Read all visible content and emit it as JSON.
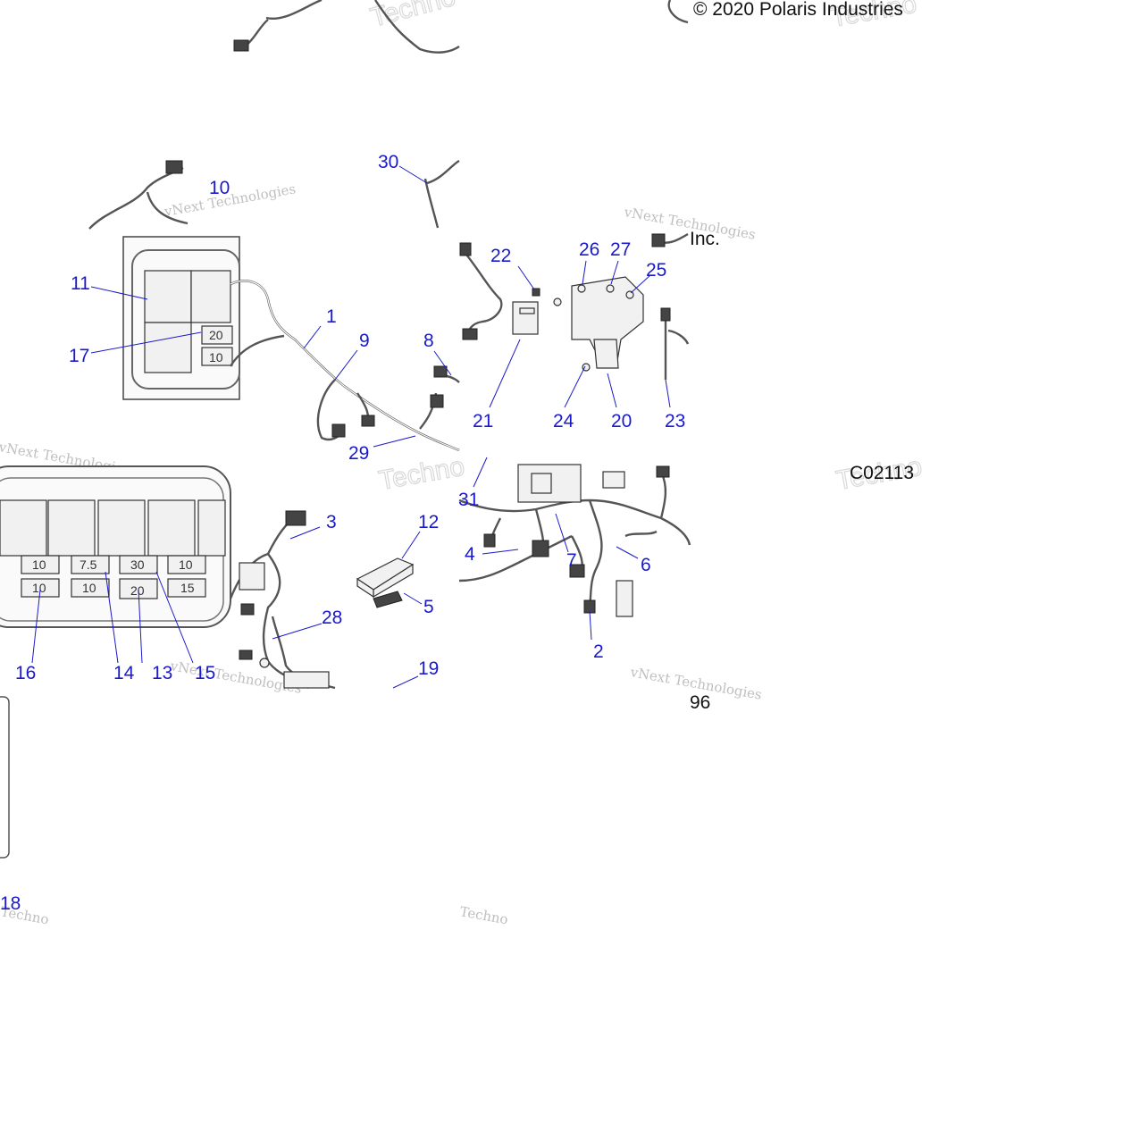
{
  "copyright": "© 2020 Polaris Industries",
  "drawing_code": "C02113",
  "fragment_text": {
    "inc": "Inc.",
    "page_no": "96"
  },
  "watermark": {
    "company": "vNext Technologies",
    "short": "Techno"
  },
  "callouts": {
    "c1": "1",
    "c2": "2",
    "c3": "3",
    "c4": "4",
    "c5": "5",
    "c6": "6",
    "c7": "7",
    "c8": "8",
    "c9": "9",
    "c10": "10",
    "c11": "11",
    "c12": "12",
    "c13": "13",
    "c14": "14",
    "c15": "15",
    "c16": "16",
    "c17": "17",
    "c18": "18",
    "c19": "19",
    "c20": "20",
    "c21": "21",
    "c22": "22",
    "c23": "23",
    "c24": "24",
    "c25": "25",
    "c26": "26",
    "c27": "27",
    "c28": "28",
    "c29": "29",
    "c30": "30",
    "c31": "31"
  },
  "fuse_box_small": [
    "20",
    "10"
  ],
  "fuse_box_large": {
    "row1": [
      "10",
      "7.5",
      "30",
      "10"
    ],
    "row2": [
      "10",
      "10",
      "20",
      "15"
    ]
  }
}
